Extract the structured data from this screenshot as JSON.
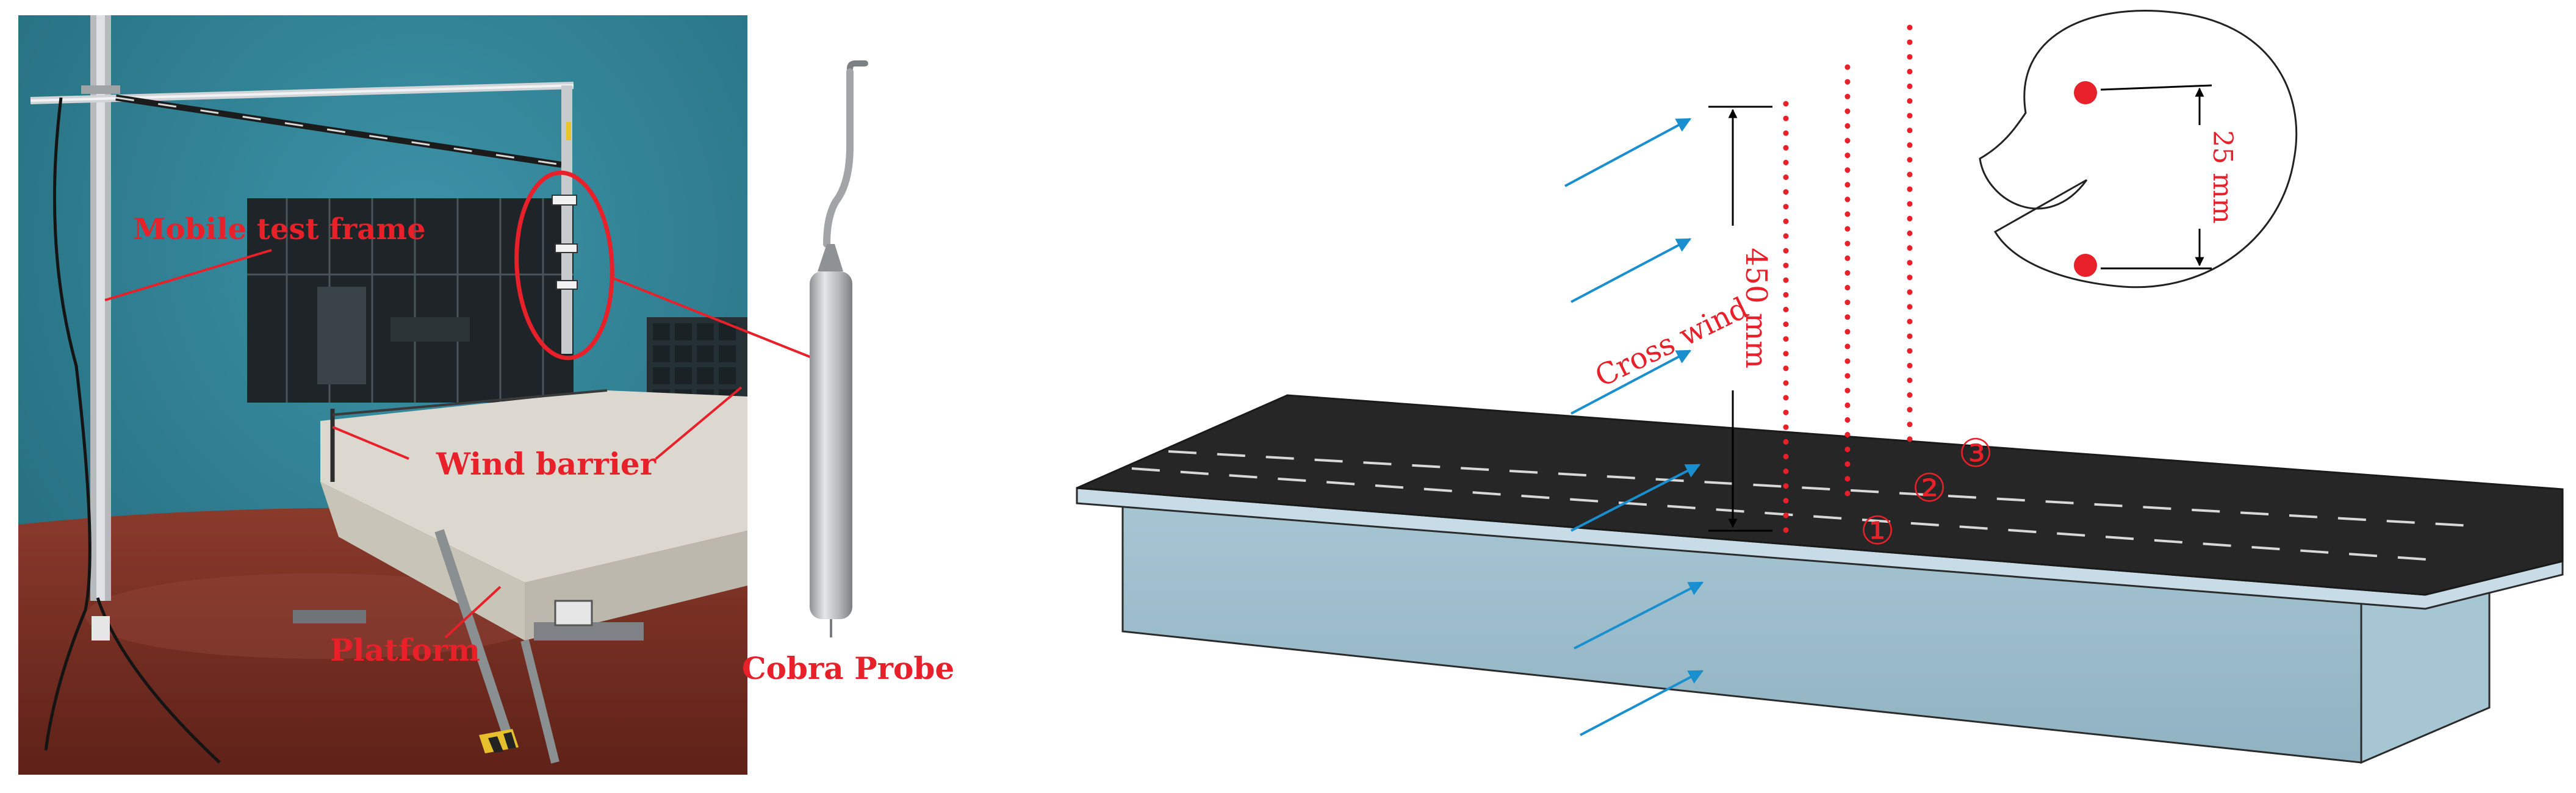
{
  "photo_panel": {
    "labels": {
      "mobile_test_frame": "Mobile test frame",
      "wind_barrier": "Wind barrier",
      "platform": "Platform",
      "cobra_probe": "Cobra Probe"
    }
  },
  "schematic_panel": {
    "labels": {
      "cross_wind": "Cross wind",
      "height_dimension": "450 mm",
      "spacing_dimension": "25 mm",
      "line_1": "①",
      "line_2": "②",
      "line_3": "③"
    }
  },
  "colors": {
    "annotation_red": "#e8202a",
    "wind_arrow_blue": "#1a8fd0",
    "deck_surface": "#2a2a2a",
    "girder_body": "#9ebfcf",
    "tunnel_wall": "#2f7f92",
    "floor": "#7b2e22"
  }
}
